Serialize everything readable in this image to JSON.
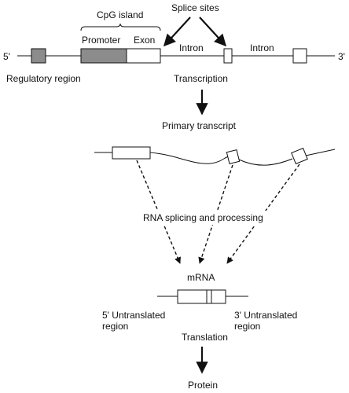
{
  "labels": {
    "splice_sites": "Splice sites",
    "cpg_island": "CpG island",
    "promoter": "Promoter",
    "exon": "Exon",
    "intron_1": "Intron",
    "intron_2": "Intron",
    "five_prime": "5'",
    "three_prime": "3'",
    "regulatory_region": "Regulatory region",
    "transcription": "Transcription",
    "primary_transcript": "Primary transcript",
    "rna_splicing": "RNA splicing and processing",
    "mrna": "mRNA",
    "utr5_line1": "5' Untranslated",
    "utr5_line2": "region",
    "utr3_line1": "3' Untranslated",
    "utr3_line2": "region",
    "translation": "Translation",
    "protein": "Protein"
  },
  "colors": {
    "stroke": "#111111",
    "gray_box": "#8c8c8c",
    "white_box": "#ffffff"
  }
}
